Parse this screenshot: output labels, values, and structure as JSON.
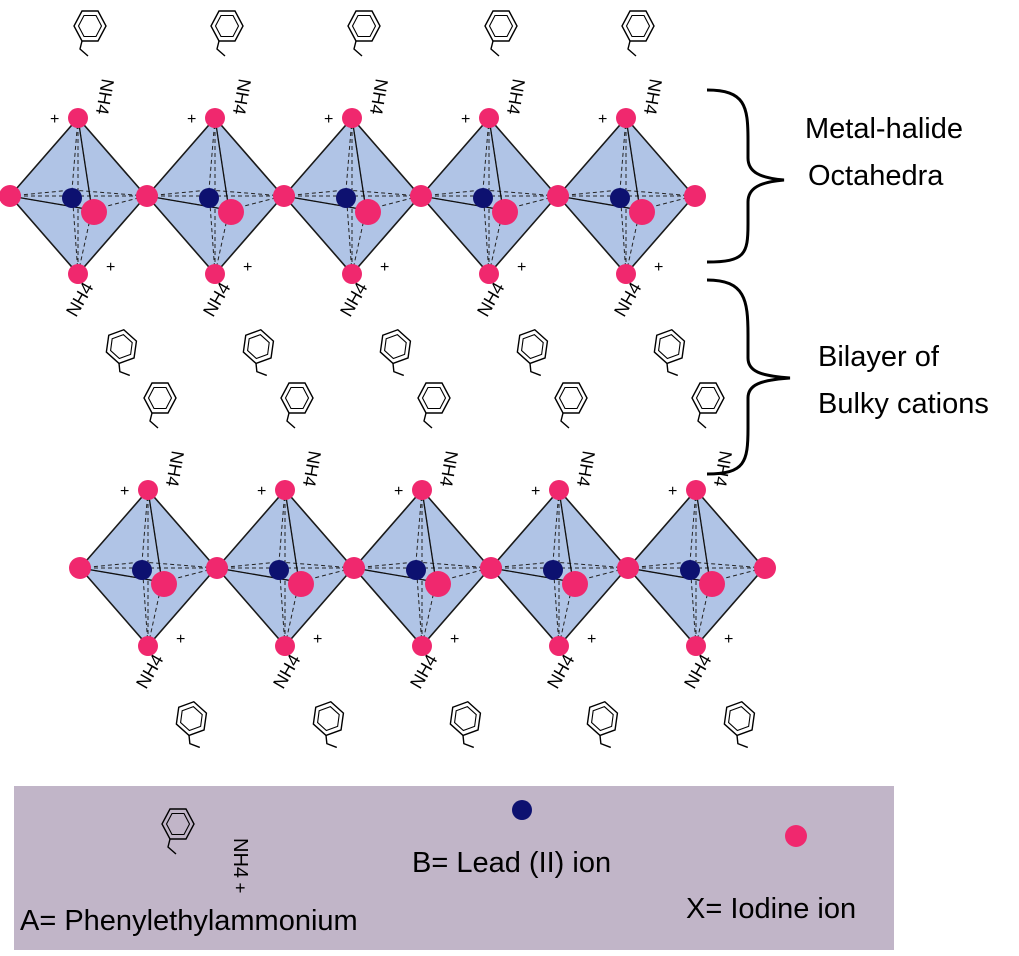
{
  "amine_label": "NH4",
  "plus_sign": "+",
  "labels": {
    "octahedra_line1": "Metal-halide",
    "octahedra_line2": "Octahedra",
    "bilayer_line1": "Bilayer of",
    "bilayer_line2": "Bulky cations"
  },
  "legend": {
    "a_label": "A= Phenylethylammonium",
    "b_label": "B= Lead (II) ion",
    "x_label": "X= Iodine ion"
  },
  "colors": {
    "octahedron_fill": "#b0c4e6",
    "octahedron_edge": "#1a1a1a",
    "lead_ion": "#0d1170",
    "iodine_ion": "#f0286e",
    "legend_bg": "#c1b5c8"
  },
  "rows": [
    {
      "octahedra_count": 5,
      "cations_above": "inverted",
      "cations_below": "rotated"
    },
    {
      "octahedra_count": 5,
      "cations_above": "inverted",
      "cations_below": "rotated"
    }
  ]
}
